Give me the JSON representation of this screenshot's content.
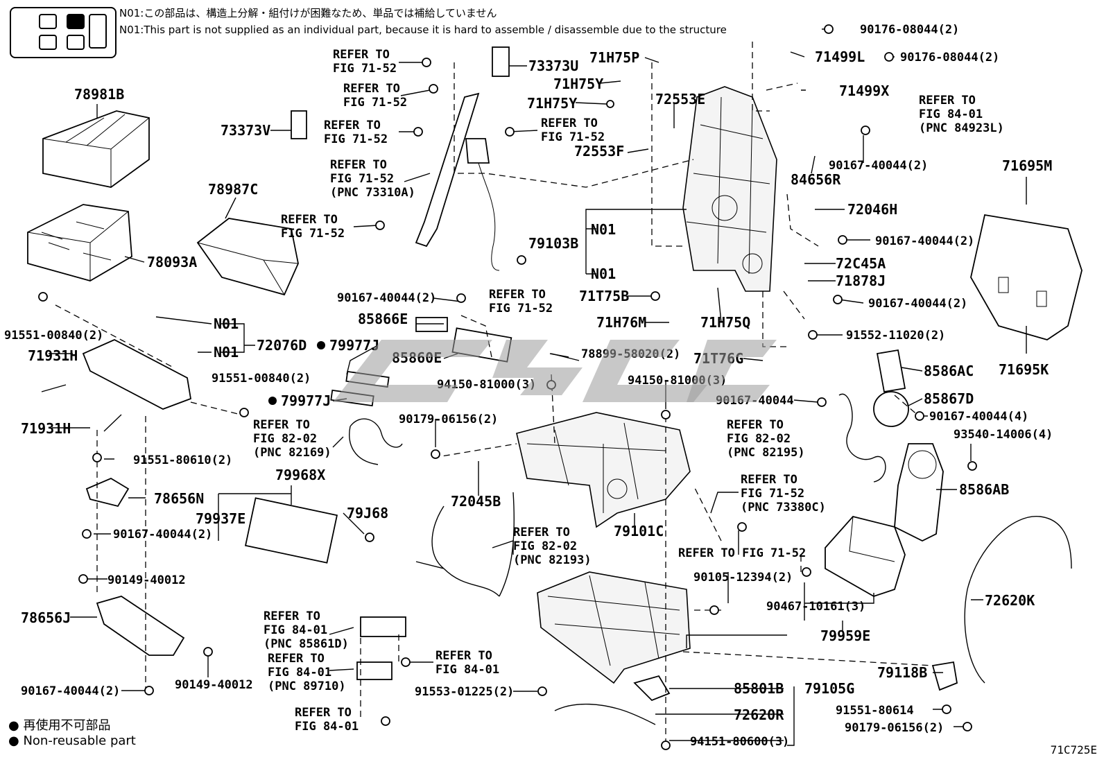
{
  "header": {
    "note_jp": "N01:この部品は、構造上分解・組付けが困難なため、単品では補給していません",
    "note_en": "N01:This part is not supplied as an individual part, because it is hard to assemble / disassemble due to the structure"
  },
  "legend": {
    "jp": "再使用不可部品",
    "en": "Non-reusable part"
  },
  "figure_code": "71C725E",
  "labels": {
    "l78981B": "78981B",
    "l78987C": "78987C",
    "l78093A": "78093A",
    "l73373V": "73373V",
    "l73373U": "73373U",
    "l71H75P": "71H75P",
    "l71H75Y_a": "71H75Y",
    "l71H75Y_b": "71H75Y",
    "l72553E": "72553E",
    "l72553F": "72553F",
    "l71499L": "71499L",
    "l71499X": "71499X",
    "l90176_a": "90176-08044(2)",
    "l90176_b": "90176-08044(2)",
    "l84656R": "84656R",
    "l90167_r1": "90167-40044(2)",
    "l71695M": "71695M",
    "l71695K": "71695K",
    "l72046H": "72046H",
    "l90167_r2": "90167-40044(2)",
    "l72C45A": "72C45A",
    "l71878J": "71878J",
    "l90167_r3": "90167-40044(2)",
    "l91552": "91552-11020(2)",
    "l8586AC": "8586AC",
    "l85867D": "85867D",
    "l90167_r4": "90167-40044(4)",
    "l93540": "93540-14006(4)",
    "l8586AB": "8586AB",
    "l72620K": "72620K",
    "l79103B": "79103B",
    "lN01_a": "N01",
    "lN01_b": "N01",
    "l71T75B": "71T75B",
    "l71H76M": "71H76M",
    "l71H75Q": "71H75Q",
    "l71T76G": "71T76G",
    "l90167_c": "90167-40044",
    "l78899": "78899-58020(2)",
    "l94150_a": "94150-81000(3)",
    "l94150_b": "94150-81000(3)",
    "l90179_a": "90179-06156(2)",
    "l72045B": "72045B",
    "l79101C": "79101C",
    "l85866E": "85866E",
    "l85860E": "85860E",
    "l90167_m": "90167-40044(2)",
    "l79977J_a": "79977J",
    "l79977J_b": "79977J",
    "l91551_a": "91551-00840(2)",
    "l91551_b": "91551-00840(2)",
    "l71931H_a": "71931H",
    "l71931H_b": "71931H",
    "lN01_c": "N01",
    "lN01_d": "N01",
    "l72076D": "72076D",
    "l91551_c": "91551-80610(2)",
    "l78656N": "78656N",
    "l90167_l1": "90167-40044(2)",
    "l90149_a": "90149-40012",
    "l78656J": "78656J",
    "l90167_l2": "90167-40044(2)",
    "l90149_b": "90149-40012",
    "l79968X": "79968X",
    "l79937E": "79937E",
    "l79J68": "79J68",
    "l90105": "90105-12394(2)",
    "l90467": "90467-10161(3)",
    "l79959E": "79959E",
    "l79118B": "79118B",
    "l91551_d": "91551-80614",
    "l90179_b": "90179-06156(2)",
    "l85801B": "85801B",
    "l79105G": "79105G",
    "l72620R": "72620R",
    "l94151": "94151-80600(3)",
    "l91553": "91553-01225(2)"
  },
  "refs": {
    "r1a": "REFER TO",
    "r1b": "FIG 71-52",
    "r2a": "REFER TO",
    "r2b": "FIG 71-52",
    "r3a": "REFER TO",
    "r3b": "FIG 71-52",
    "r4a": "REFER TO",
    "r4b": "FIG 71-52",
    "r4c": "(PNC 73310A)",
    "r5a": "REFER TO",
    "r5b": "FIG 71-52",
    "r6a": "REFER TO",
    "r6b": "FIG 71-52",
    "r7a": "REFER TO",
    "r7b": "FIG 71-52",
    "r8a": "REFER TO",
    "r8b": "FIG 84-01",
    "r8c": "(PNC 84923L)",
    "r9a": "REFER TO",
    "r9b": "FIG 82-02",
    "r9c": "(PNC 82169)",
    "r10a": "REFER TO",
    "r10b": "FIG 82-02",
    "r10c": "(PNC 82193)",
    "r11a": "REFER TO",
    "r11b": "FIG 82-02",
    "r11c": "(PNC 82195)",
    "r12a": "REFER TO",
    "r12b": "FIG 71-52",
    "r12c": "(PNC 73380C)",
    "r13": "REFER TO FIG 71-52",
    "r14a": "REFER TO",
    "r14b": "FIG 84-01",
    "r14c": "(PNC 85861D)",
    "r15a": "REFER TO",
    "r15b": "FIG 84-01",
    "r15c": "(PNC 89710)",
    "r16a": "REFER TO",
    "r16b": "FIG 84-01",
    "r17a": "REFER TO",
    "r17b": "FIG 84-01"
  },
  "colors": {
    "line": "#000000",
    "watermark": "#9a9a9a"
  }
}
